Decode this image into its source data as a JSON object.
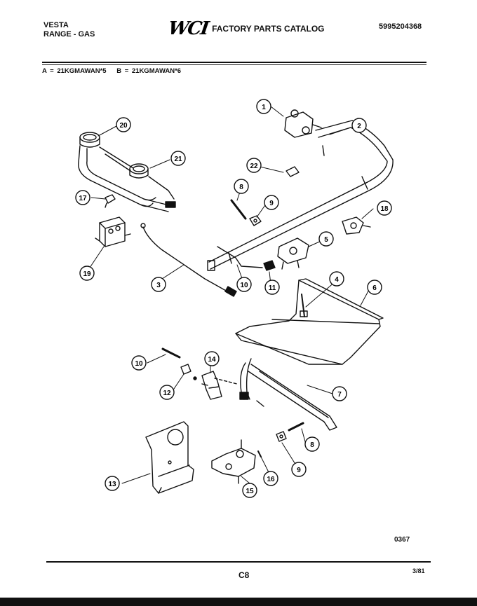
{
  "header": {
    "brand": "VESTA",
    "product": "RANGE - GAS",
    "logo_text": "WCI",
    "catalog_title": "FACTORY PARTS CATALOG",
    "catalog_number": "5995204368"
  },
  "models": {
    "a": "A = 21KGMAWAN*5",
    "b": "B = 21KGMAWAN*6"
  },
  "callouts": [
    "1",
    "2",
    "3",
    "4",
    "5",
    "6",
    "7",
    "8",
    "9",
    "10",
    "10",
    "11",
    "12",
    "13",
    "14",
    "15",
    "16",
    "17",
    "18",
    "19",
    "20",
    "21",
    "22",
    "8",
    "9"
  ],
  "diagram_code": "0367",
  "footer": {
    "page": "C8",
    "date": "3/81"
  },
  "colors": {
    "ink": "#111111",
    "paper": "#ffffff"
  }
}
